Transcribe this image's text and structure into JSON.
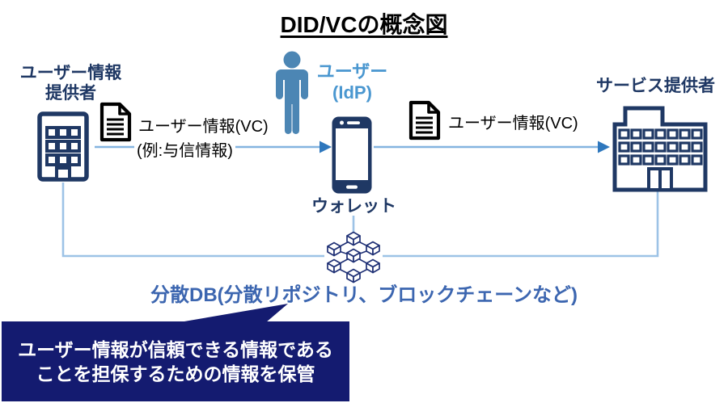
{
  "title": "DID/VCの概念図",
  "nodes": {
    "user_info_provider": {
      "label_line1": "ユーザー情報",
      "label_line2": "提供者"
    },
    "user_idp": {
      "label_line1": "ユーザー",
      "label_line2": "(IdP)"
    },
    "wallet": {
      "label": "ウォレット"
    },
    "service_provider": {
      "label": "サービス提供者"
    }
  },
  "flows": {
    "provider_to_wallet": {
      "label_line1": "ユーザー情報(VC)",
      "label_line2": "(例:与信情報)"
    },
    "wallet_to_service": {
      "label": "ユーザー情報(VC)"
    }
  },
  "distributed_db": {
    "caption": "分散DB(分散リポジトリ、ブロックチェーンなど)"
  },
  "callout": {
    "line1": "ユーザー情報が信頼できる情報である",
    "line2": "ことを担保するための情報を保管"
  },
  "icons": {
    "left_building": "building-icon",
    "right_building": "office-building-icon",
    "document_left": "document-icon",
    "document_right": "document-icon",
    "person": "person-icon",
    "smartphone": "smartphone-icon",
    "blockchain": "blockchain-cubes-icon"
  },
  "colors": {
    "navy": "#1f3864",
    "person_blue": "#4c86b4",
    "user_label_blue": "#4a97d0",
    "arrow_line_blue": "#84b4e0",
    "arrowhead_blue": "#2e77bd",
    "connector_light_blue": "#9dc3e6",
    "db_text_blue": "#3c66b0",
    "callout_bg": "#141b70",
    "blockchain_navy": "#1f3075",
    "document_black": "#000000"
  }
}
